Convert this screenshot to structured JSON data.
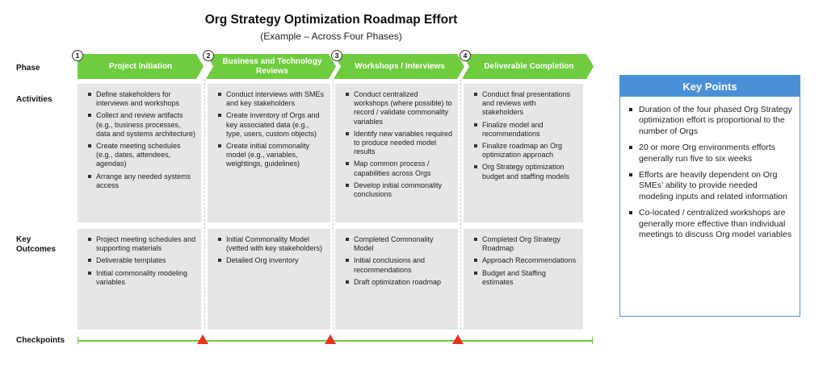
{
  "header": {
    "title": "Org Strategy Optimization Roadmap Effort",
    "subtitle": "(Example – Across Four Phases)"
  },
  "row_labels": {
    "phase": "Phase",
    "activities": "Activities",
    "key_outcomes": "Key\nOutcomes",
    "checkpoints": "Checkpoints"
  },
  "phases": [
    {
      "number": "1",
      "name": "Project Initiation",
      "activities": [
        "Define stakeholders for interviews and workshops",
        "Collect and review artifacts (e.g., business processes, data and systems architecture)",
        "Create meeting schedules (e.g., dates, attendees, agendas)",
        "Arrange any needed systems access"
      ],
      "outcomes": [
        "Project meeting schedules and supporting materials",
        "Deliverable templates",
        "Initial commonality modeling variables"
      ]
    },
    {
      "number": "2",
      "name": "Business and Technology Reviews",
      "activities": [
        "Conduct interviews with SMEs and key stakeholders",
        "Create inventory of Orgs and key associated data (e.g., type, users, custom objects)",
        "Create initial commonality model (e.g., variables, weightings, guidelines)"
      ],
      "outcomes": [
        "Initial Commonality Model (vetted with key stakeholders)",
        "Detailed Org inventory"
      ]
    },
    {
      "number": "3",
      "name": "Workshops / Interviews",
      "activities": [
        "Conduct centralized workshops (where possible) to record / validate commonality variables",
        "Identify new variables required to produce needed model results",
        "Map common process / capabilities across Orgs",
        "Develop initial commonality conclusions"
      ],
      "outcomes": [
        "Completed Commonality Model",
        "Initial conclusions and recommendations",
        "Draft optimization roadmap"
      ]
    },
    {
      "number": "4",
      "name": "Deliverable Completion",
      "activities": [
        "Conduct final presentations and reviews with stakeholders",
        "Finalize model and recommendations",
        "Finalize roadmap an Org optimization approach",
        "Org Strategy optimization budget and staffing models"
      ],
      "outcomes": [
        "Completed Org Strategy Roadmap",
        "Approach Recommendations",
        "Budget and Staffing estimates"
      ]
    }
  ],
  "key_points": {
    "title": "Key Points",
    "items": [
      "Duration of the four phased Org Strategy optimization effort is proportional to the number of Orgs",
      "20 or more Org environments efforts generally run five to six weeks",
      "Efforts are heavily dependent on Org SMEs’ ability to provide needed modeling inputs and related information",
      "Co-located / centralized workshops are generally more effective than individual meetings to discuss Org model variables"
    ]
  },
  "colors": {
    "phase_arrow": "#6fcc3f",
    "content_box": "#e6e6e6",
    "key_points_accent": "#4a90d9",
    "checkpoint_marker": "#e8321e"
  }
}
